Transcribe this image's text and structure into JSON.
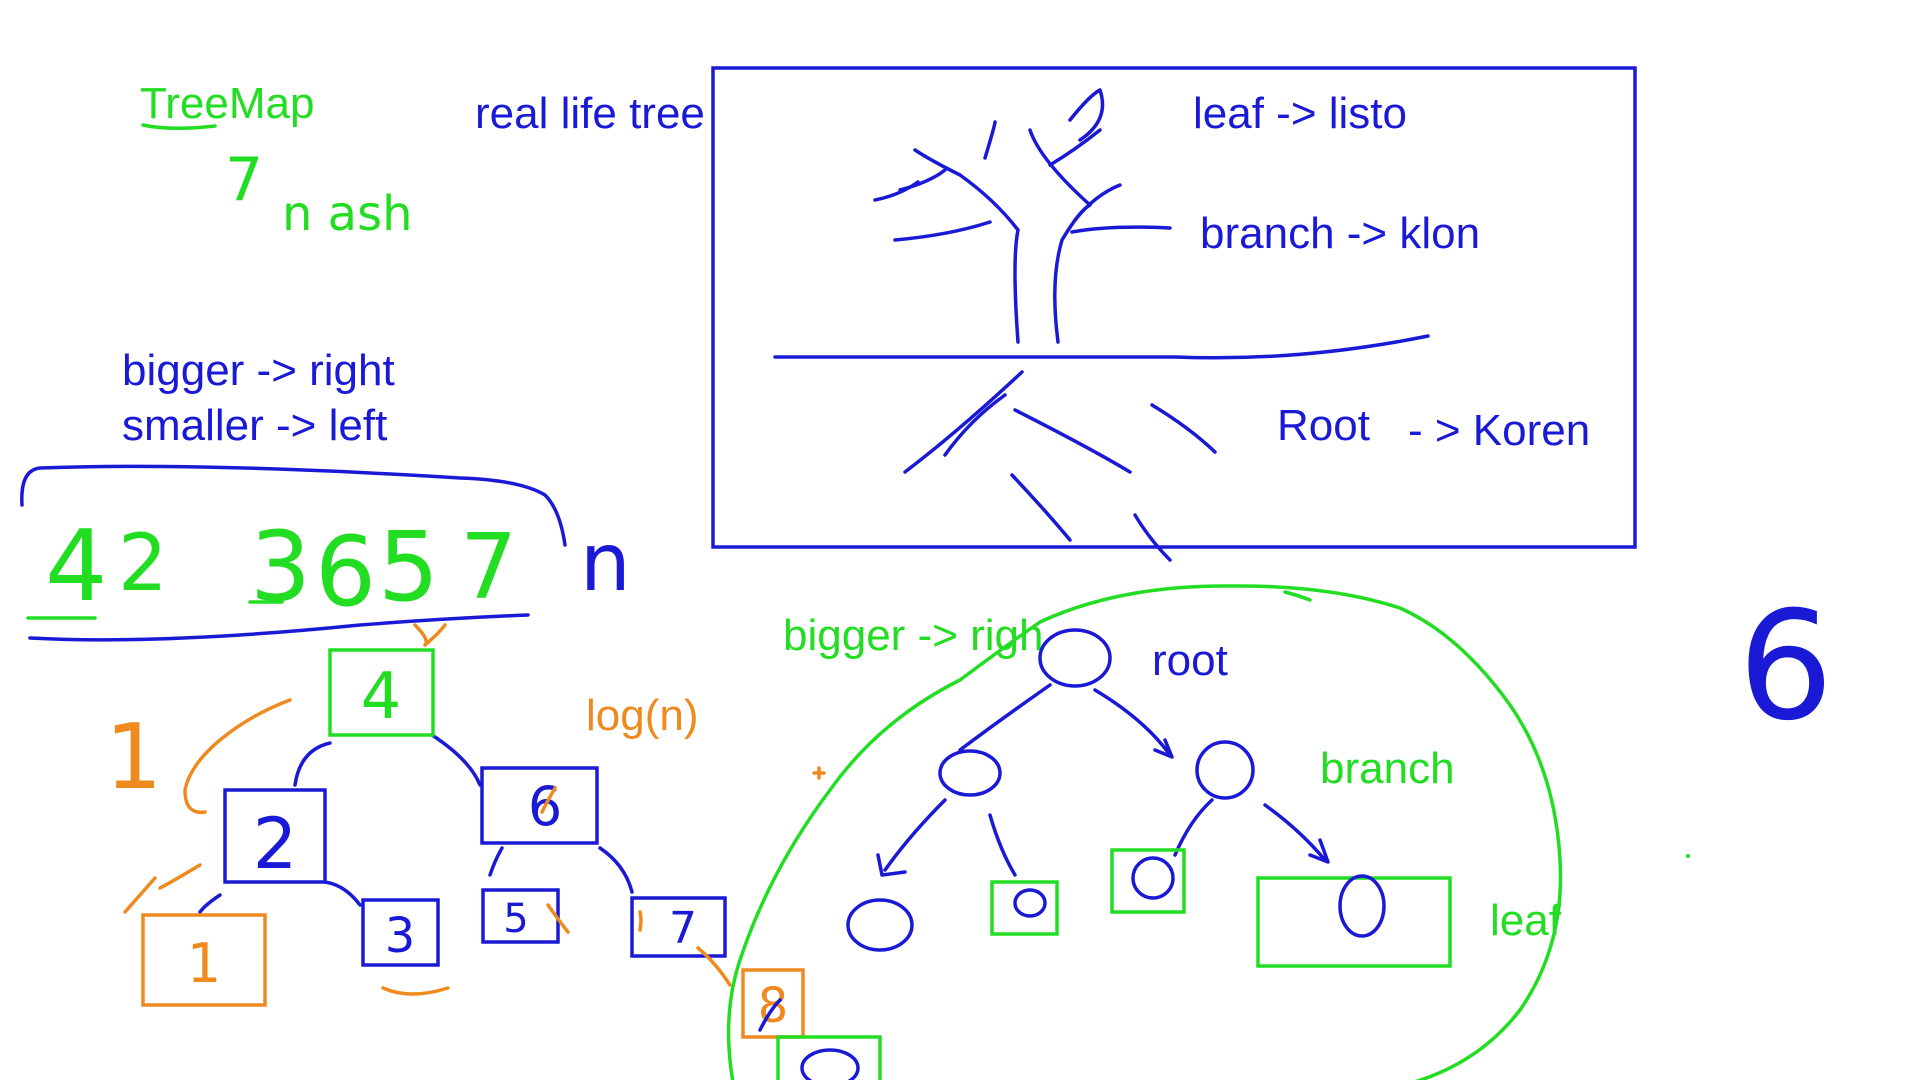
{
  "colors": {
    "ink_blue": "#1a1ad6",
    "ink_green": "#22dd22",
    "ink_orange": "#ee8a1e",
    "background": "#ffffff"
  },
  "labels": {
    "treemap": "TreeMap",
    "real_life_tree": "real life tree",
    "leaf_translation": "leaf -> listo",
    "branch_translation": "branch -> klon",
    "root_translation_a": "Root",
    "root_translation_b": "- > Koren",
    "rule_bigger": "bigger -> right",
    "rule_smaller": "smaller -> left",
    "log_n": "log(n)",
    "bigger_right_green": "bigger -> righ",
    "tree_root": "root",
    "tree_branch": "branch",
    "tree_leaf": "leaf"
  },
  "handwriting": {
    "hash_note": "n ash",
    "hash_mark": "7",
    "sequence": [
      "4",
      "2",
      "3",
      "6",
      "5",
      "7"
    ],
    "sequence_n": "n",
    "orange_one": "1",
    "big_six": "6"
  },
  "bst_nodes": {
    "n4": "4",
    "n2": "2",
    "n6": "6",
    "n1": "1",
    "n3": "3",
    "n5": "5",
    "n7": "7",
    "n8": "8"
  }
}
